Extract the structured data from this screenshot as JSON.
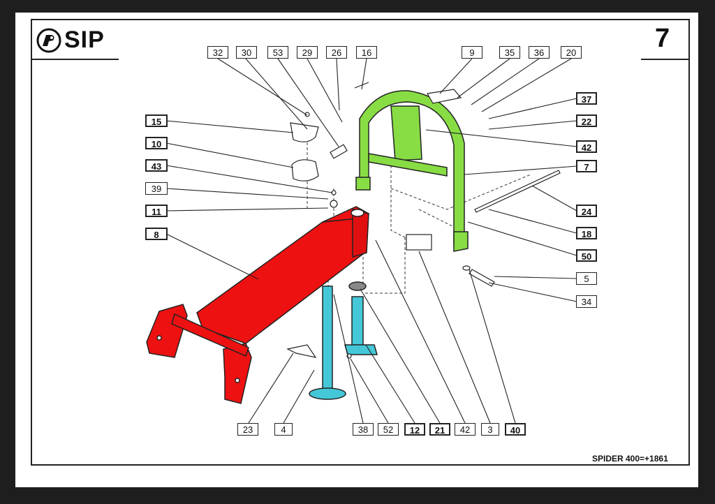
{
  "brand": {
    "name": "SIP"
  },
  "page": {
    "number": "7",
    "model_code": "SPIDER 400=+1861"
  },
  "colors": {
    "frame_red": "#ee1111",
    "arch_green": "#88dd44",
    "leg_cyan": "#44c8d8",
    "line": "#222222"
  },
  "parts": {
    "top": [
      "32",
      "30",
      "53",
      "29",
      "26",
      "16",
      "9",
      "35",
      "36",
      "20"
    ],
    "left": [
      "15",
      "10",
      "43",
      "39",
      "11",
      "8"
    ],
    "right": [
      "37",
      "22",
      "42",
      "7",
      "24",
      "18",
      "50",
      "5",
      "34"
    ],
    "bottom": [
      "23",
      "4",
      "38",
      "52",
      "12",
      "21",
      "42",
      "3",
      "40"
    ]
  }
}
